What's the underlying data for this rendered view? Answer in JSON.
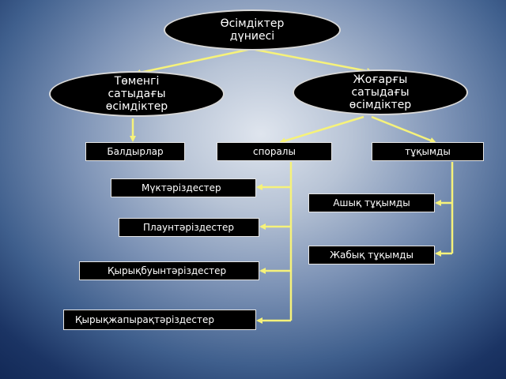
{
  "diagram": {
    "root": "Өсімдіктер дүниесі",
    "lower": "Төменгі сатыдағы өсімдіктер",
    "higher": "Жоғарғы сатыдағы өсімдіктер",
    "algae": "Балдырлар",
    "spore": "споралы",
    "seed": "тұқымды",
    "mosses": "Мүктәріздестер",
    "lycophytes": "Плаунтәріздестер",
    "horsetails": "Қырықбуынтәріздестер",
    "ferns": "Қырықжапырақтәріздестер",
    "gymnosperms": "Ашық тұқымды",
    "angiosperms": "Жабық тұқымды"
  },
  "colors": {
    "connector": "#f6f27a",
    "node_fill": "#000000",
    "node_text": "#ffffff"
  }
}
